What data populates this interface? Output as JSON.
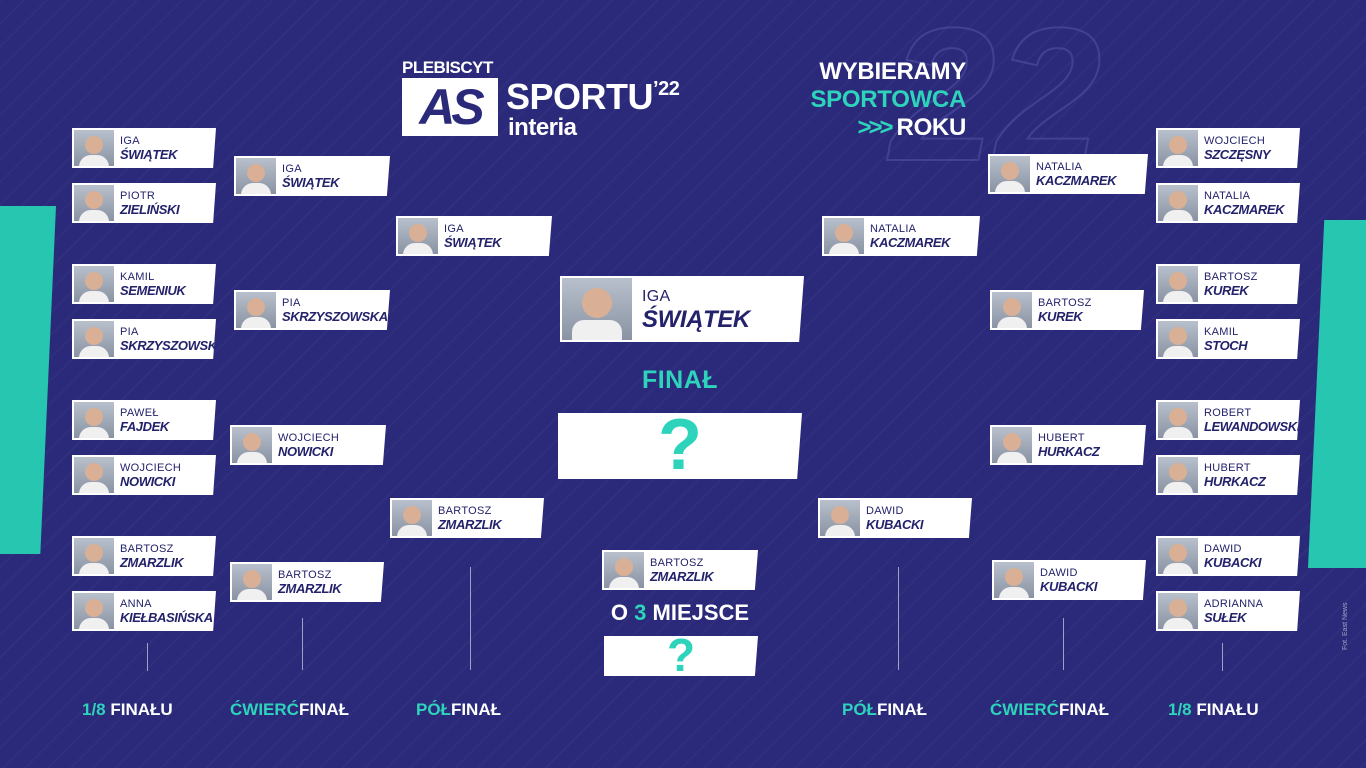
{
  "logo": {
    "top": "PLEBISCYT",
    "as": "AS",
    "sportu": "SPORTU",
    "year": "’22",
    "brand": "interia"
  },
  "slogan": {
    "line1": "WYBIERAMY",
    "line2": "SPORTOWCA",
    "chevrons": ">>>",
    "line3": "ROKU"
  },
  "left_r16": [
    {
      "first": "IGA",
      "last": "ŚWIĄTEK"
    },
    {
      "first": "PIOTR",
      "last": "ZIELIŃSKI"
    },
    {
      "first": "KAMIL",
      "last": "SEMENIUK"
    },
    {
      "first": "PIA",
      "last": "SKRZYSZOWSKA"
    },
    {
      "first": "PAWEŁ",
      "last": "FAJDEK"
    },
    {
      "first": "WOJCIECH",
      "last": "NOWICKI"
    },
    {
      "first": "BARTOSZ",
      "last": "ZMARZLIK"
    },
    {
      "first": "ANNA",
      "last": "KIEŁBASIŃSKA"
    }
  ],
  "left_qf": [
    {
      "first": "IGA",
      "last": "ŚWIĄTEK"
    },
    {
      "first": "PIA",
      "last": "SKRZYSZOWSKA"
    },
    {
      "first": "WOJCIECH",
      "last": "NOWICKI"
    },
    {
      "first": "BARTOSZ",
      "last": "ZMARZLIK"
    }
  ],
  "left_sf": [
    {
      "first": "IGA",
      "last": "ŚWIĄTEK"
    },
    {
      "first": "BARTOSZ",
      "last": "ZMARZLIK"
    }
  ],
  "right_r16": [
    {
      "first": "WOJCIECH",
      "last": "SZCZĘSNY"
    },
    {
      "first": "NATALIA",
      "last": "KACZMAREK"
    },
    {
      "first": "BARTOSZ",
      "last": "KUREK"
    },
    {
      "first": "KAMIL",
      "last": "STOCH"
    },
    {
      "first": "ROBERT",
      "last": "LEWANDOWSKI"
    },
    {
      "first": "HUBERT",
      "last": "HURKACZ"
    },
    {
      "first": "DAWID",
      "last": "KUBACKI"
    },
    {
      "first": "ADRIANNA",
      "last": "SUŁEK"
    }
  ],
  "right_qf": [
    {
      "first": "NATALIA",
      "last": "KACZMAREK"
    },
    {
      "first": "BARTOSZ",
      "last": "KUREK"
    },
    {
      "first": "HUBERT",
      "last": "HURKACZ"
    },
    {
      "first": "DAWID",
      "last": "KUBACKI"
    }
  ],
  "right_sf": [
    {
      "first": "NATALIA",
      "last": "KACZMAREK"
    },
    {
      "first": "DAWID",
      "last": "KUBACKI"
    }
  ],
  "center": {
    "top": {
      "first": "IGA",
      "last": "ŚWIĄTEK"
    },
    "final_label": "FINAŁ",
    "final_question": "?",
    "third": {
      "first": "BARTOSZ",
      "last": "ZMARZLIK"
    },
    "third_label_a": "O ",
    "third_label_num": "3",
    "third_label_b": " MIEJSCE",
    "third_question": "?"
  },
  "rounds": [
    {
      "a": "1/8 ",
      "b": "FINAŁU"
    },
    {
      "a": "ĆWIERĆ",
      "b": "FINAŁ"
    },
    {
      "a": "PÓŁ",
      "b": "FINAŁ"
    },
    {
      "a": "PÓŁ",
      "b": "FINAŁ"
    },
    {
      "a": "ĆWIERĆ",
      "b": "FINAŁ"
    },
    {
      "a": "1/8 ",
      "b": "FINAŁU"
    }
  ],
  "credit": "Fot. East News",
  "colors": {
    "background": "#2b2a7a",
    "accent": "#2ed3bb",
    "card": "#ffffff",
    "ink": "#23226b"
  }
}
